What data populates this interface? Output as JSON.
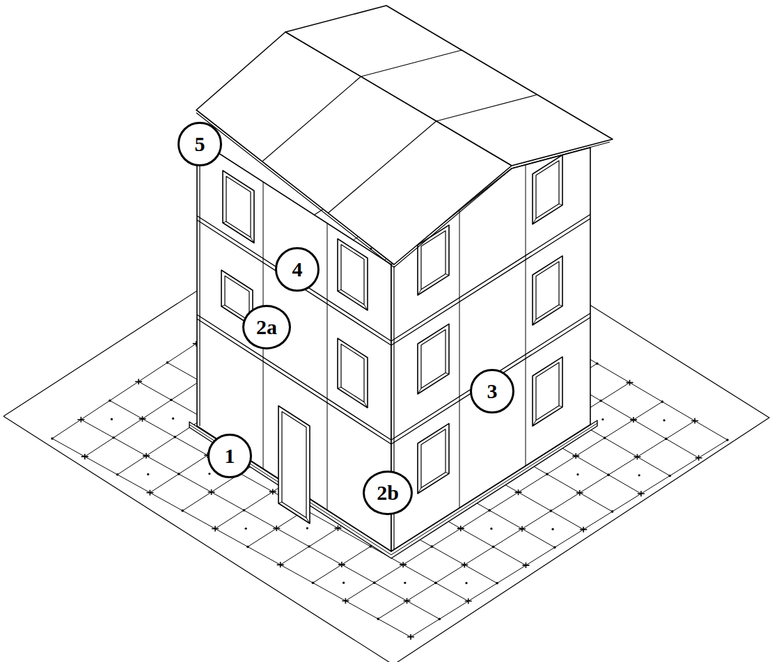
{
  "diagram": {
    "nodes": [
      {
        "text": [
          "5"
        ]
      },
      {
        "text": [
          "4"
        ]
      },
      {
        "text": [
          "2a"
        ]
      },
      {
        "text": [
          "3"
        ]
      },
      {
        "text": [
          "1"
        ]
      },
      {
        "text": [
          "2b"
        ]
      }
    ]
  }
}
